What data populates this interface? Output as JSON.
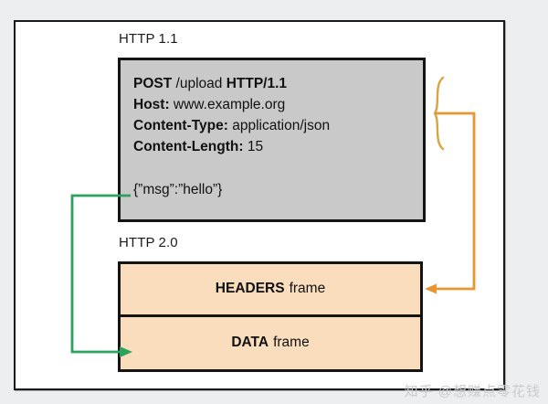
{
  "figure": {
    "http11": {
      "caption": "HTTP 1.1",
      "request_line": {
        "method": "POST",
        "path": "/upload",
        "version": "HTTP/1.1"
      },
      "headers": [
        {
          "name": "Host:",
          "value": "www.example.org"
        },
        {
          "name": "Content-Type:",
          "value": "application/json"
        },
        {
          "name": "Content-Length:",
          "value": "15"
        }
      ],
      "body": "{”msg”:”hello”}"
    },
    "http20": {
      "caption": "HTTP 2.0",
      "frames": [
        {
          "name": "HEADERS",
          "suffix": "frame"
        },
        {
          "name": "DATA",
          "suffix": "frame"
        }
      ]
    },
    "mappings": [
      {
        "id": "headers-to-headers-frame",
        "from": "http11-headers",
        "to": "HEADERS frame",
        "color": "#e8962f"
      },
      {
        "id": "body-to-data-frame",
        "from": "http11-body",
        "to": "DATA frame",
        "color": "#2aa35c"
      }
    ],
    "colors": {
      "message_fill": "#c9c9c9",
      "frame_fill": "#f9ddbd",
      "border": "#141414",
      "orange_arrow": "#e8962f",
      "brace": "#d9a441",
      "green_arrow": "#2aa35c",
      "page_background": "#eceef0"
    }
  },
  "watermark": "知乎 @想赚点零花钱"
}
